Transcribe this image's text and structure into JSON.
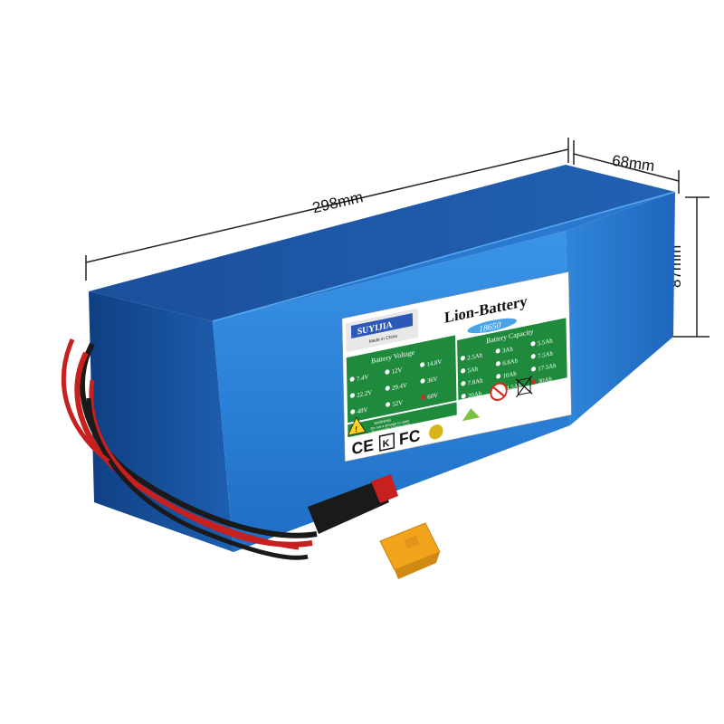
{
  "dimensions": {
    "length": "298mm",
    "width": "68mm",
    "height": "87mm"
  },
  "label": {
    "brand": "SUYIJIA",
    "brand_sub": "Made in China",
    "title": "Lion-Battery",
    "cell_type": "18650",
    "voltage_header": "Battery Voltage",
    "capacity_header": "Battery Capacity",
    "voltage_options": [
      "7.4V",
      "12V",
      "14.8V",
      "22.2V",
      "29.4V",
      "36V",
      "48V",
      "52V",
      "60V"
    ],
    "voltage_selected": "60V",
    "capacity_options": [
      "2.5Ah",
      "3Ah",
      "5.5Ah",
      "5Ah",
      "6.8Ah",
      "7.5Ah",
      "7.8Ah",
      "10Ah",
      "17.5Ah",
      "20Ah",
      "24.5Ah",
      "30Ah"
    ],
    "capacity_selected": "30Ah",
    "warning_title": "WARNING",
    "warning_text_1": "Do not a strange to open",
    "warning_text_2": "disassemble battery pack",
    "certifications": [
      "CE",
      "FC"
    ],
    "accent_color": "#d42a1e",
    "panel_green": "#1f8a3c"
  },
  "colors": {
    "battery_front": "#2f86d8",
    "battery_top": "#1c59a8",
    "battery_side": "#2a7bd0",
    "connector": "#f2a31c",
    "wire_red": "#c8201e",
    "wire_black": "#1a1a1a"
  }
}
